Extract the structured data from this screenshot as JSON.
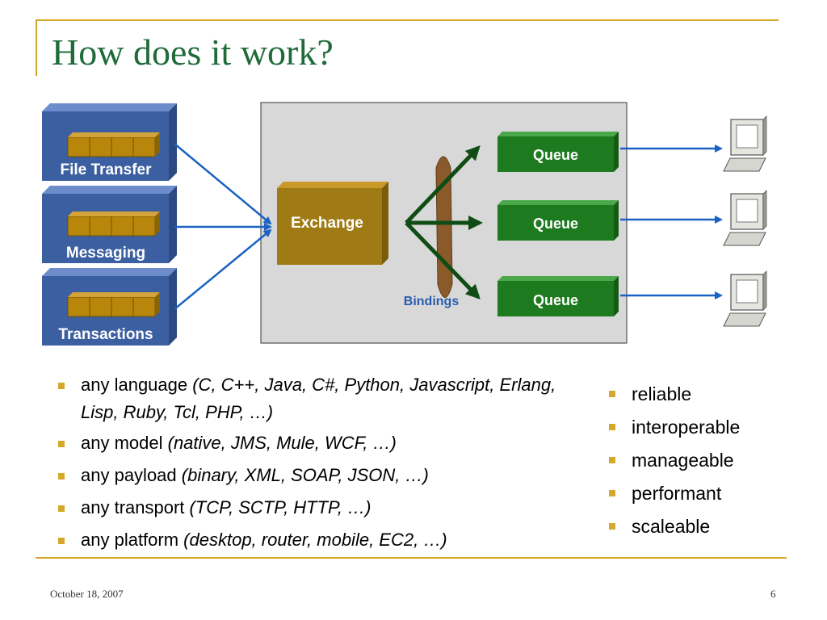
{
  "slide": {
    "title": "How does it work?",
    "footer_date": "October 18, 2007",
    "page_number": "6"
  },
  "diagram": {
    "sources": [
      {
        "label": "File Transfer"
      },
      {
        "label": "Messaging"
      },
      {
        "label": "Transactions"
      }
    ],
    "exchange_label": "Exchange",
    "bindings_label": "Bindings",
    "queues": [
      {
        "label": "Queue"
      },
      {
        "label": "Queue"
      },
      {
        "label": "Queue"
      }
    ],
    "colors": {
      "source_box": "#3b5fa0",
      "exchange": "#a07a14",
      "queue": "#1e7a1e",
      "arrow": "#1a62c4",
      "binding_arrow": "#0f4d14",
      "broker_bg": "#d8d8d8",
      "accent": "#d4a82a",
      "title": "#1f6b3a"
    },
    "icons": [
      "message-stack-icon",
      "computer-terminal-icon"
    ]
  },
  "features_left": [
    {
      "lead": "any language ",
      "detail": "(C, C++, Java, C#, Python, Javascript, Erlang, Lisp, Ruby, Tcl, PHP, …)"
    },
    {
      "lead": "any model ",
      "detail": "(native, JMS, Mule, WCF, …)"
    },
    {
      "lead": "any payload ",
      "detail": "(binary, XML, SOAP, JSON, …)"
    },
    {
      "lead": "any transport ",
      "detail": "(TCP, SCTP, HTTP, …)"
    },
    {
      "lead": "any platform ",
      "detail": "(desktop, router, mobile, EC2, …)"
    }
  ],
  "features_right": [
    {
      "label": "reliable"
    },
    {
      "label": "interoperable"
    },
    {
      "label": "manageable"
    },
    {
      "label": "performant"
    },
    {
      "label": "scaleable"
    }
  ]
}
